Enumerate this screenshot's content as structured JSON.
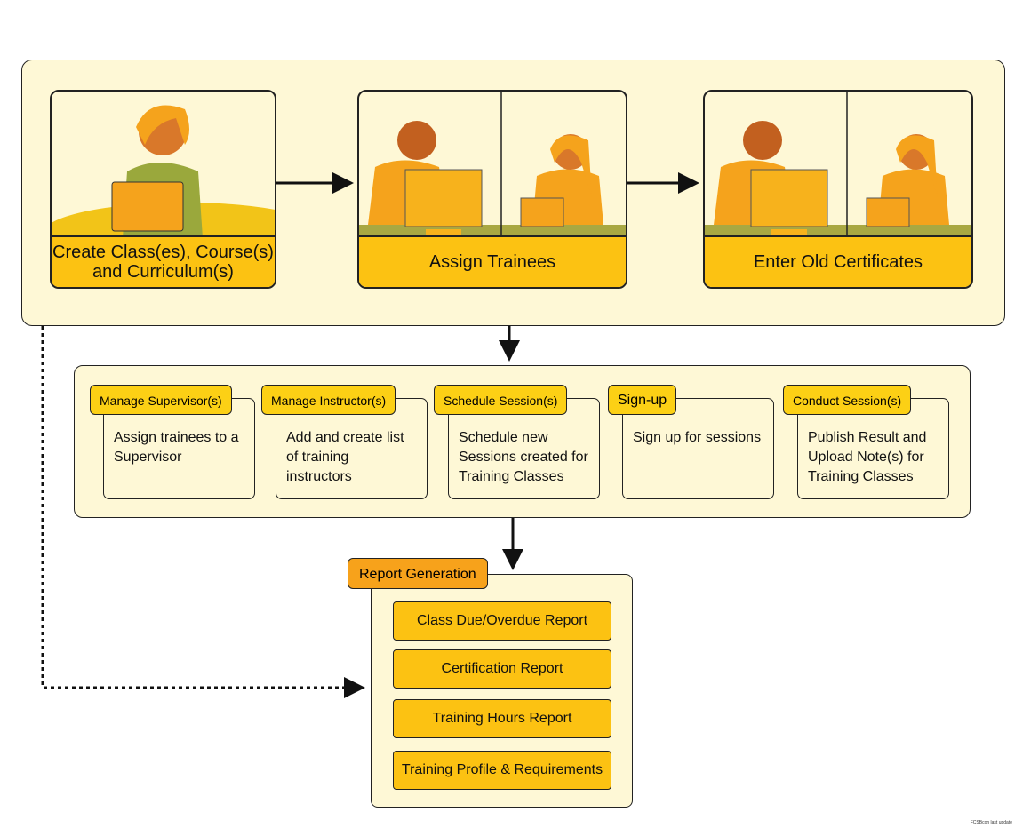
{
  "top_steps": [
    {
      "label": "Create Class(es), Course(s) and Curriculum(s)"
    },
    {
      "label": "Assign Trainees"
    },
    {
      "label": "Enter Old Certificates"
    }
  ],
  "modules": [
    {
      "title": "Manage Supervisor(s)",
      "description": "Assign trainees to a Supervisor"
    },
    {
      "title": "Manage Instructor(s)",
      "description": "Add and create list of training instructors"
    },
    {
      "title": "Schedule Session(s)",
      "description": "Schedule new Sessions created for Training  Classes"
    },
    {
      "title": "Sign-up",
      "description": "Sign up for sessions"
    },
    {
      "title": "Conduct Session(s)",
      "description": "Publish Result and Upload Note(s) for Training Classes"
    }
  ],
  "reports": {
    "title": "Report Generation",
    "items": [
      "Class Due/Overdue Report",
      "Certification Report",
      "Training Hours Report",
      "Training Profile & Requirements"
    ]
  },
  "footer": "FCSBcon  last update",
  "colors": {
    "panel": "#fef8d6",
    "header": "#fcc212",
    "report_title": "#f7a21b",
    "skin": "#d9782a",
    "shirt_green": "#9aa83c"
  }
}
